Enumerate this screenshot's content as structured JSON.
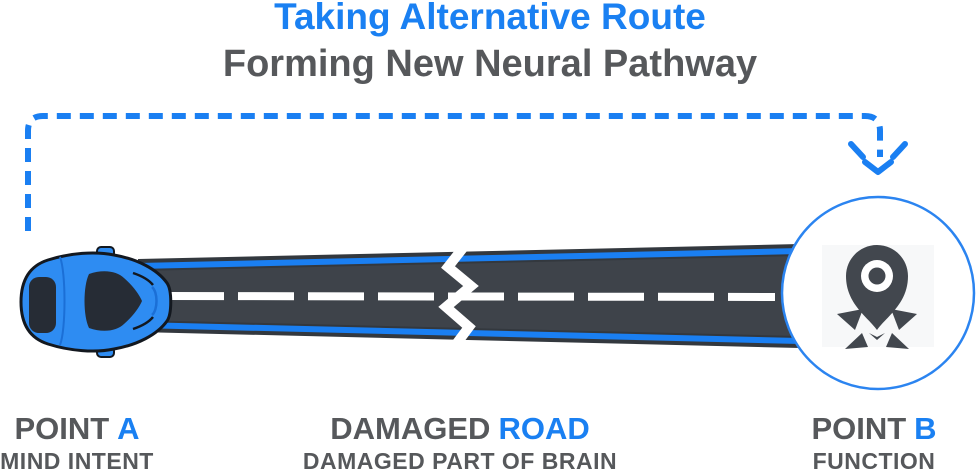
{
  "header": {
    "title": "Taking Alternative Route",
    "subtitle": "Forming New Neural Pathway"
  },
  "labels": {
    "point_a": {
      "main": "POINT",
      "accent": "A",
      "sub": "MIND INTENT"
    },
    "damaged_road": {
      "main": "DAMAGED",
      "accent": "ROAD",
      "sub": "DAMAGED PART OF BRAIN"
    },
    "point_b": {
      "main": "POINT",
      "accent": "B",
      "sub": "FUNCTION"
    }
  },
  "icons": {
    "car": "blue-sports-car-top-view",
    "destination": "location-pin-with-crash-marks",
    "route": "dashed-arrow-alternative-route",
    "crack": "broken-road-zigzag"
  },
  "colors": {
    "accent_blue": "#1a80f2",
    "text_gray": "#56585b",
    "road_asphalt": "#3e434a",
    "road_rim": "#33383e",
    "lane_marking": "#ffffff",
    "car_blue": "#2e8cf2",
    "pin_dark": "#42474e",
    "circle_fill": "#ffffff"
  }
}
